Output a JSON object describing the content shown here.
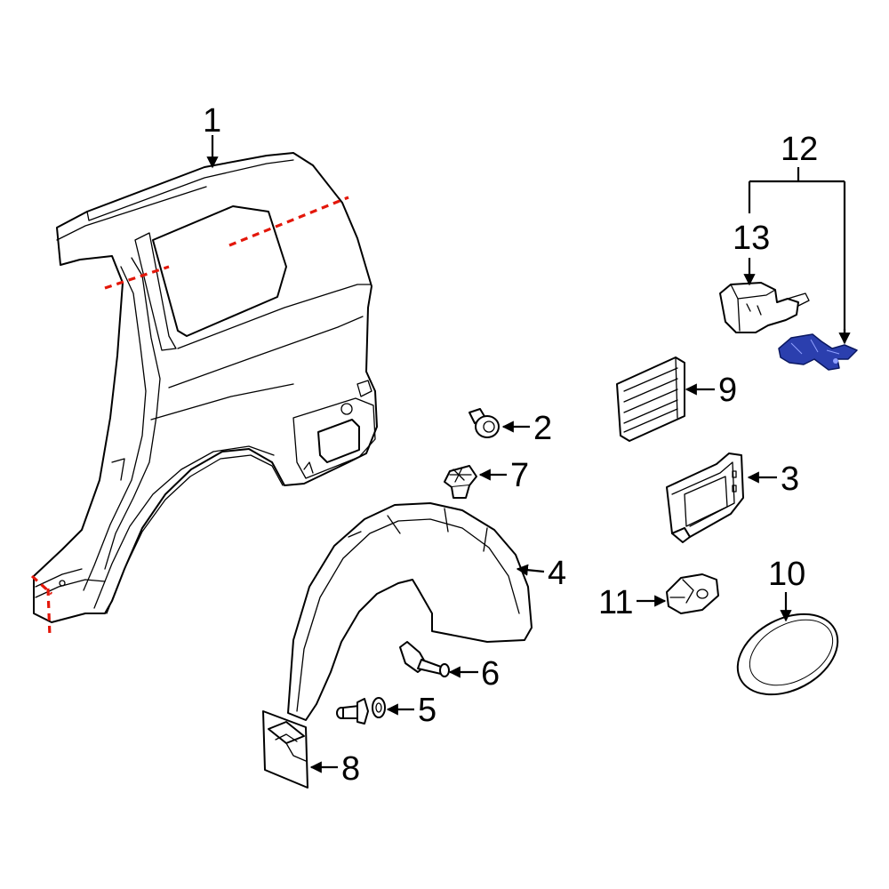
{
  "diagram": {
    "labels": {
      "p1": "1",
      "p2": "2",
      "p3": "3",
      "p4": "4",
      "p5": "5",
      "p6": "6",
      "p7": "7",
      "p8": "8",
      "p9": "9",
      "p10": "10",
      "p11": "11",
      "p12": "12",
      "p13": "13"
    },
    "highlighted_part": "12",
    "colors": {
      "outline": "#000000",
      "cut_line": "#e3170a",
      "highlight": "#2b3fae",
      "background": "#ffffff"
    }
  }
}
